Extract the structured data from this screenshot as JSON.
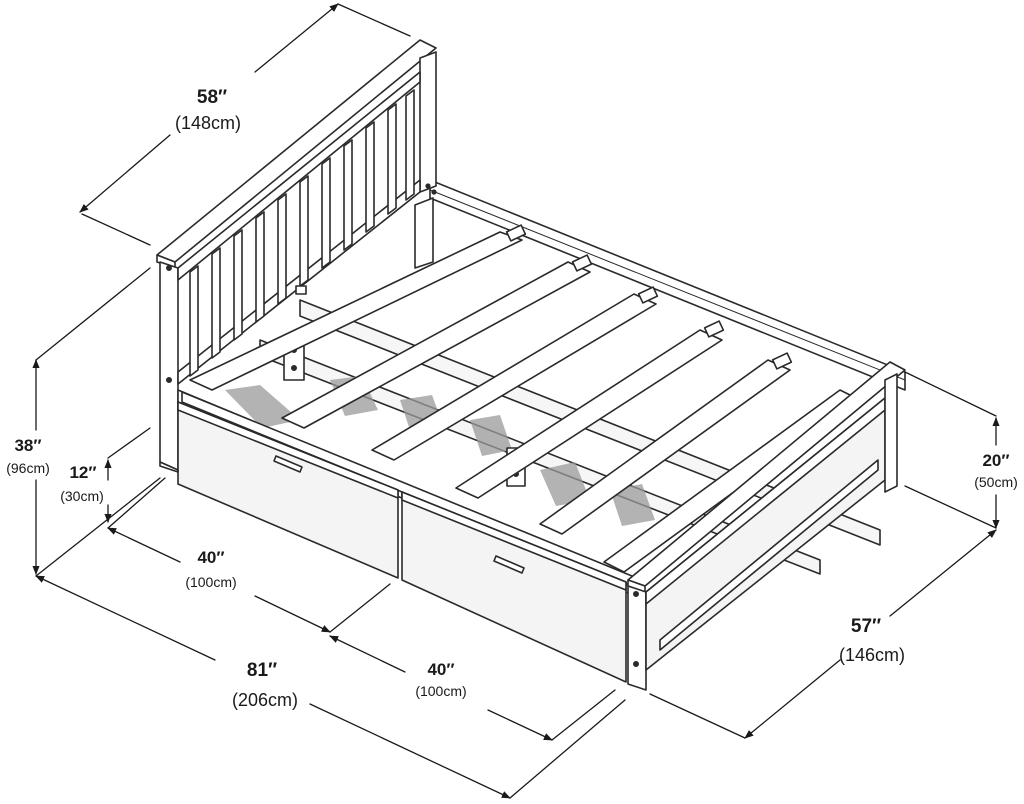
{
  "dimensions": {
    "headboard_width": {
      "imperial": "58″",
      "metric": "(148cm)"
    },
    "headboard_height": {
      "imperial": "38″",
      "metric": "(96cm)"
    },
    "drawer_height": {
      "imperial": "12″",
      "metric": "(30cm)"
    },
    "footboard_height": {
      "imperial": "20″",
      "metric": "(50cm)"
    },
    "drawer_left_width": {
      "imperial": "40″",
      "metric": "(100cm)"
    },
    "drawer_right_width": {
      "imperial": "40″",
      "metric": "(100cm)"
    },
    "overall_length": {
      "imperial": "81″",
      "metric": "(206cm)"
    },
    "overall_width": {
      "imperial": "57″",
      "metric": "(146cm)"
    }
  },
  "colors": {
    "line": "#2a2a2a",
    "panel": "#f4f4f4",
    "shadow": "#9a9a9a",
    "dim": "#1a1a1a"
  }
}
